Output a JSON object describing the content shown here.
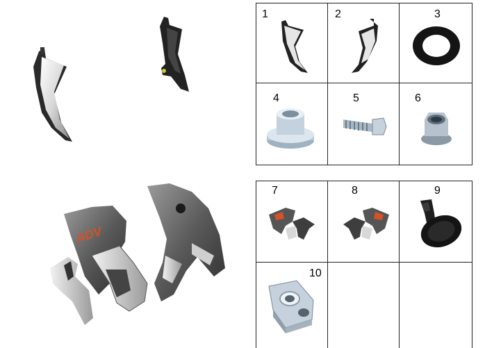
{
  "parts": [
    {
      "number": "1",
      "icon": "left-side-panel-icon"
    },
    {
      "number": "2",
      "icon": "right-side-panel-icon"
    },
    {
      "number": "3",
      "icon": "washer-icon"
    },
    {
      "number": "4",
      "icon": "bushing-icon"
    },
    {
      "number": "5",
      "icon": "bolt-icon"
    },
    {
      "number": "6",
      "icon": "flange-nut-icon"
    },
    {
      "number": "7",
      "icon": "left-front-cowl-icon"
    },
    {
      "number": "8",
      "icon": "right-front-cowl-icon"
    },
    {
      "number": "9",
      "icon": "push-rivet-icon"
    },
    {
      "number": "10",
      "icon": "u-nut-clip-icon"
    }
  ],
  "illustration": {
    "fairing_logo": "ADV",
    "logo_color": "#d2522a"
  }
}
